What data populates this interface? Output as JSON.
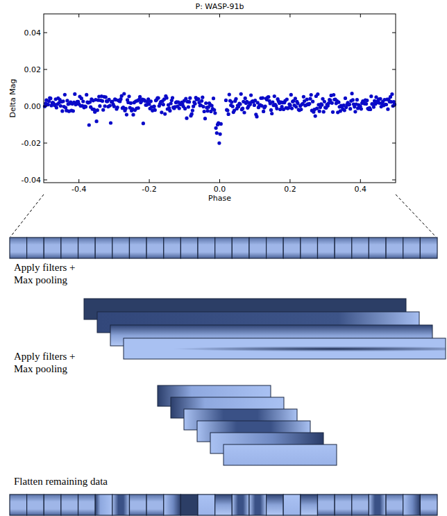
{
  "diagram": {
    "title": "P: WASP-91b",
    "labels": [
      "0.04",
      "0.02",
      "0.00",
      "-0.02",
      "-0.04",
      "Delta Mag",
      "-0.4",
      "-0.2",
      "0.0",
      "0.2",
      "0.4",
      "Phase",
      "Apply filters + Max pooling",
      "Apply filters + Max pooling",
      "Flatten remaining data"
    ]
  }
}
